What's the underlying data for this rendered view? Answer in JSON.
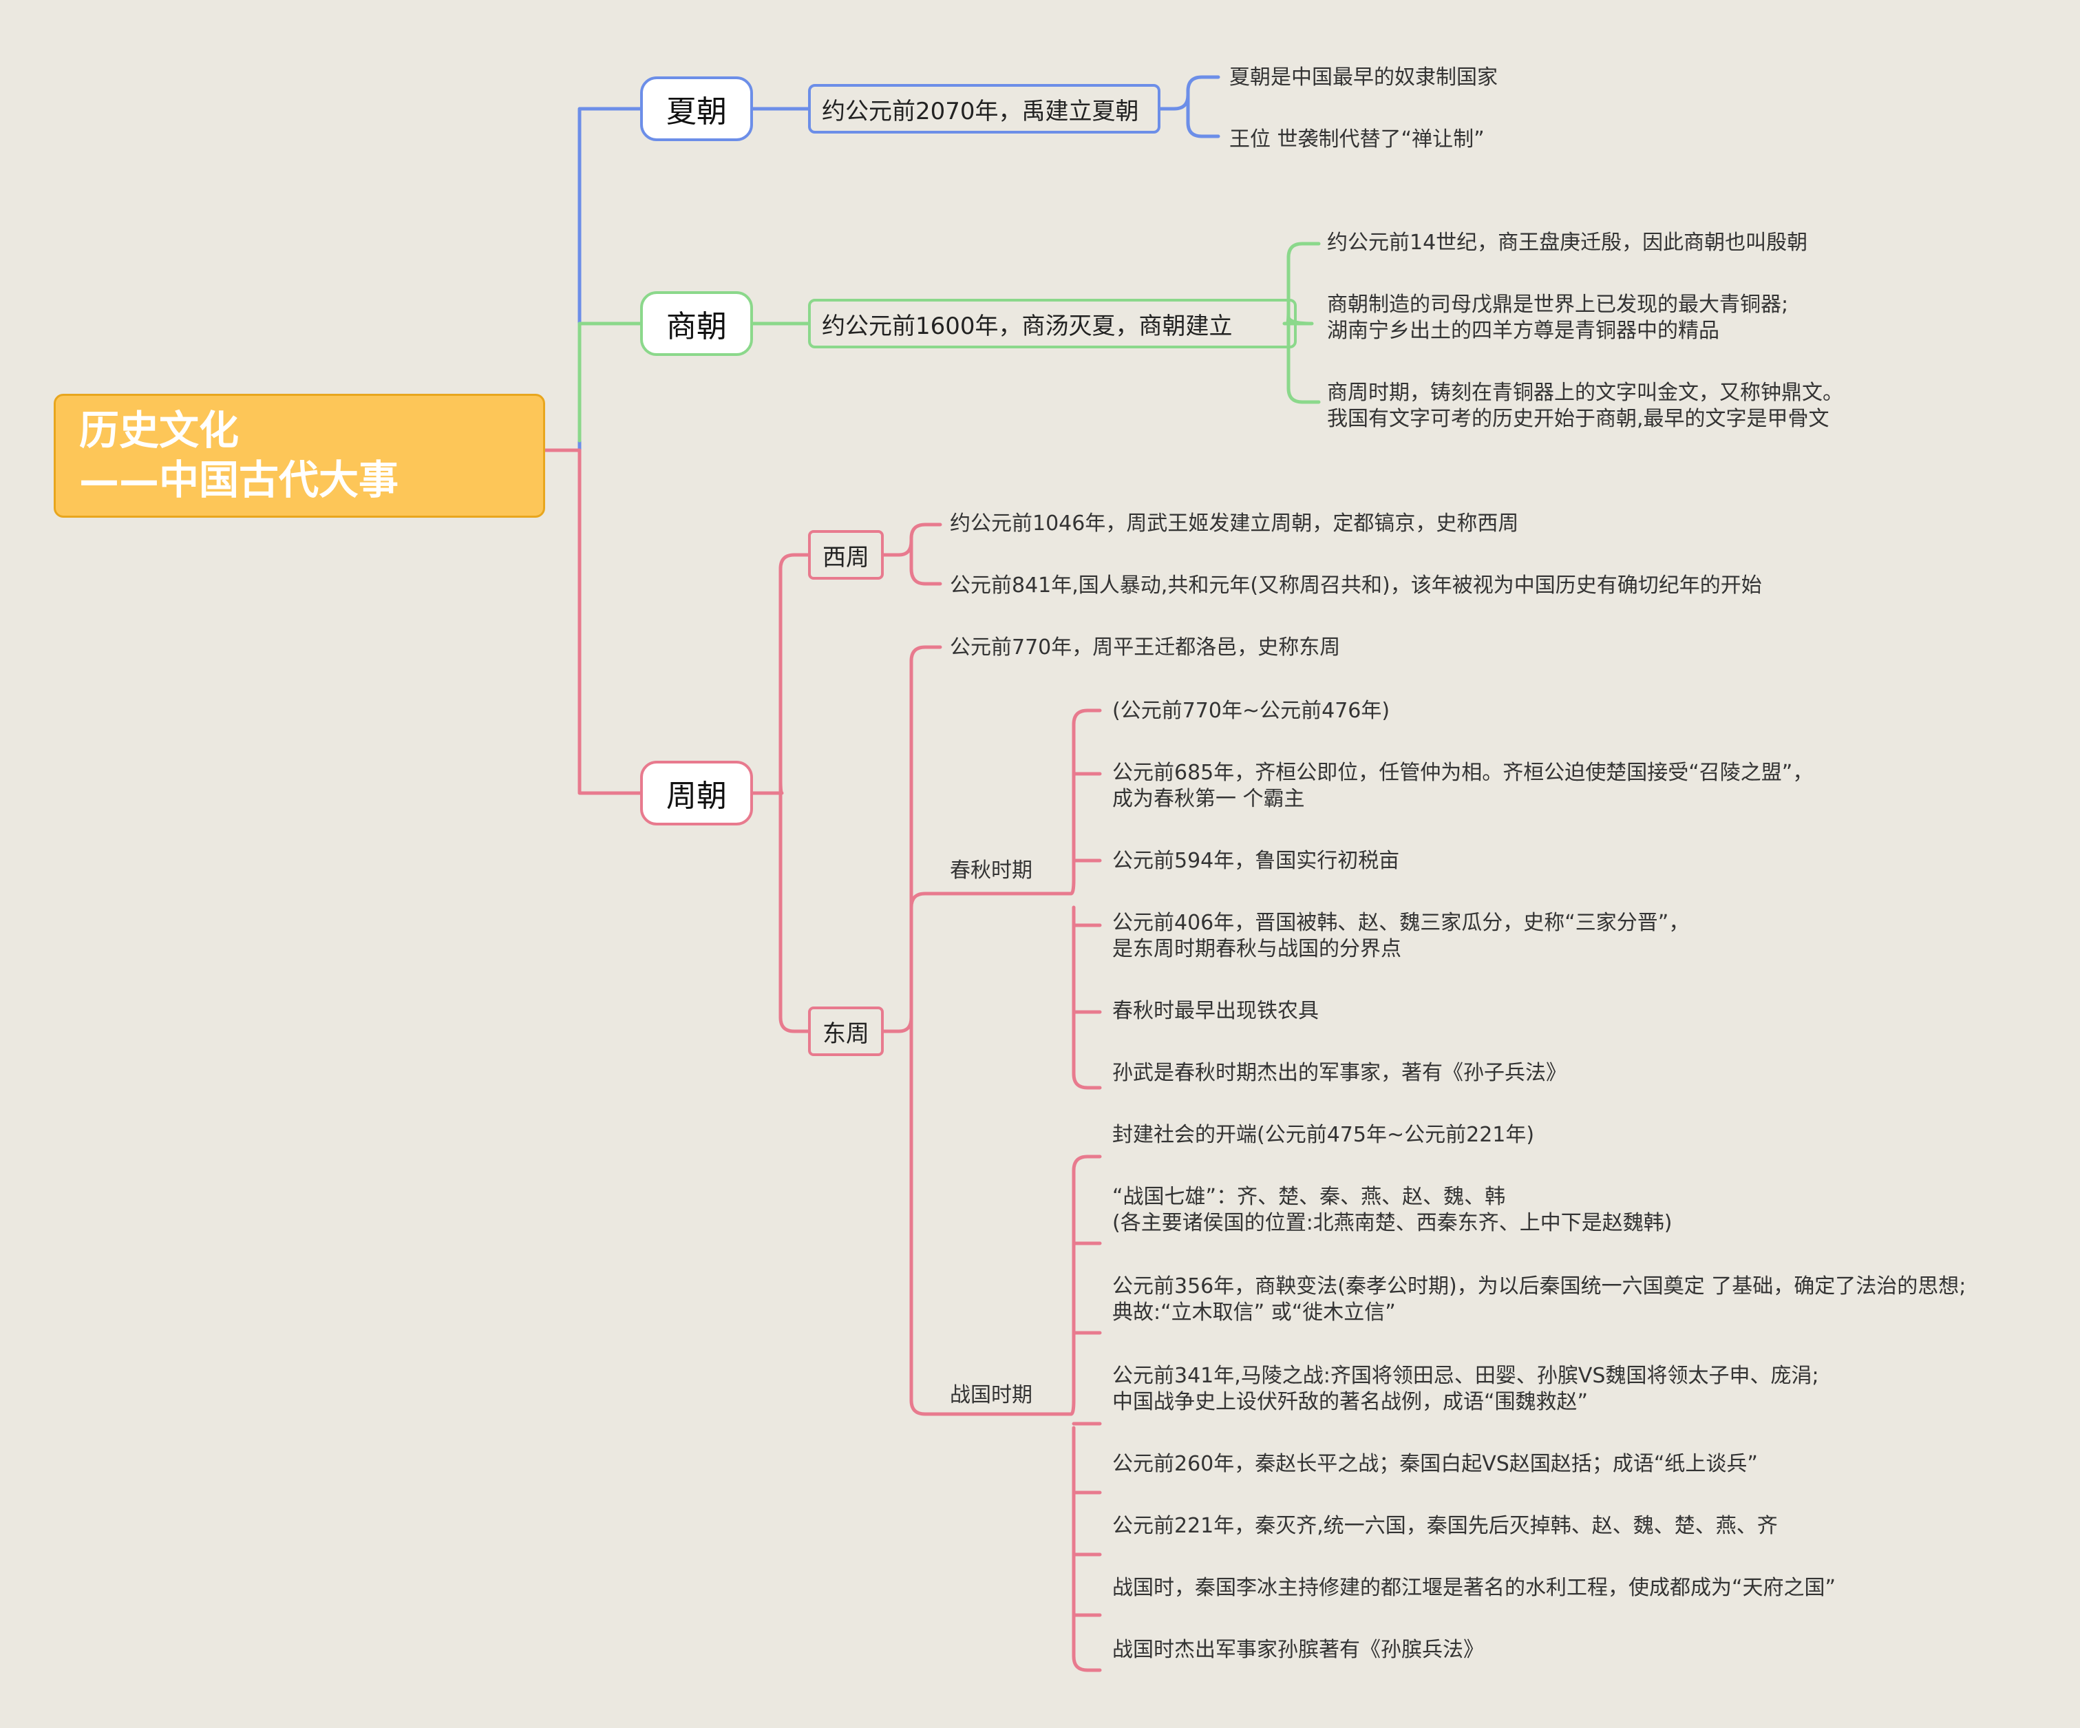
{
  "colors": {
    "xia": "#6c8ee8",
    "shang": "#8bd88b",
    "zhou": "#e87a8e",
    "root_fill": "#fdc658",
    "background": "#ebe8e0"
  },
  "root": {
    "line1": "历史文化",
    "line2": "——中国古代大事"
  },
  "xia": {
    "title": "夏朝",
    "event": "约公元前2070年，禹建立夏朝",
    "details": [
      "夏朝是中国最早的奴隶制国家",
      "王位 世袭制代替了“禅让制”"
    ]
  },
  "shang": {
    "title": "商朝",
    "event": "约公元前1600年，商汤灭夏，商朝建立",
    "details": [
      [
        "约公元前14世纪，商王盘庚迁殷，因此商朝也叫殷朝"
      ],
      [
        "商朝制造的司母戊鼎是世界上已发现的最大青铜器;",
        "湖南宁乡出土的四羊方尊是青铜器中的精品"
      ],
      [
        "商周时期，铸刻在青铜器上的文字叫金文，又称钟鼎文。",
        "我国有文字可考的历史开始于商朝,最早的文字是甲骨文"
      ]
    ]
  },
  "zhou": {
    "title": "周朝",
    "xizhou": {
      "title": "西周",
      "items": [
        "约公元前1046年，周武王姬发建立周朝，定都镐京，史称西周",
        "公元前841年,国人暴动,共和元年(又称周召共和)，该年被视为中国历史有确切纪年的开始"
      ]
    },
    "dongzhou": {
      "title": "东周",
      "intro": "公元前770年，周平王迁都洛邑，史称东周",
      "chunqiu": {
        "title": "春秋时期",
        "items": [
          [
            "(公元前770年~公元前476年)"
          ],
          [
            "公元前685年，齐桓公即位，任管仲为相。齐桓公迫使楚国接受“召陵之盟”，",
            "成为春秋第一 个霸主"
          ],
          [
            "公元前594年，鲁国实行初税亩"
          ],
          [
            "公元前406年，晋国被韩、赵、魏三家瓜分，史称“三家分晋”，",
            "是东周时期春秋与战国的分界点"
          ],
          [
            "春秋时最早出现铁农具"
          ],
          [
            "孙武是春秋时期杰出的军事家，著有《孙子兵法》"
          ]
        ]
      },
      "zhanguo": {
        "title": "战国时期",
        "items": [
          [
            "封建社会的开端(公元前475年~公元前221年)"
          ],
          [
            "“战国七雄”：齐、楚、秦、燕、赵、魏、韩",
            "(各主要诸侯国的位置:北燕南楚、西秦东齐、上中下是赵魏韩)"
          ],
          [
            "公元前356年，商鞅变法(秦孝公时期)，为以后秦国统一六国奠定 了基础，确定了法治的思想;",
            "典故:“立木取信” 或“徙木立信”"
          ],
          [
            "公元前341年,马陵之战:齐国将领田忌、田婴、孙膑VS魏国将领太子申、庞涓;",
            "中国战争史上设伏歼敌的著名战例，成语“围魏救赵”"
          ],
          [
            "公元前260年，秦赵长平之战；秦国白起VS赵国赵括；成语“纸上谈兵”"
          ],
          [
            "公元前221年，秦灭齐,统一六国，秦国先后灭掉韩、赵、魏、楚、燕、齐"
          ],
          [
            "战国时，秦国李冰主持修建的都江堰是著名的水利工程，使成都成为“天府之国”"
          ],
          [
            "战国时杰出军事家孙膑著有《孙膑兵法》"
          ]
        ]
      }
    }
  }
}
